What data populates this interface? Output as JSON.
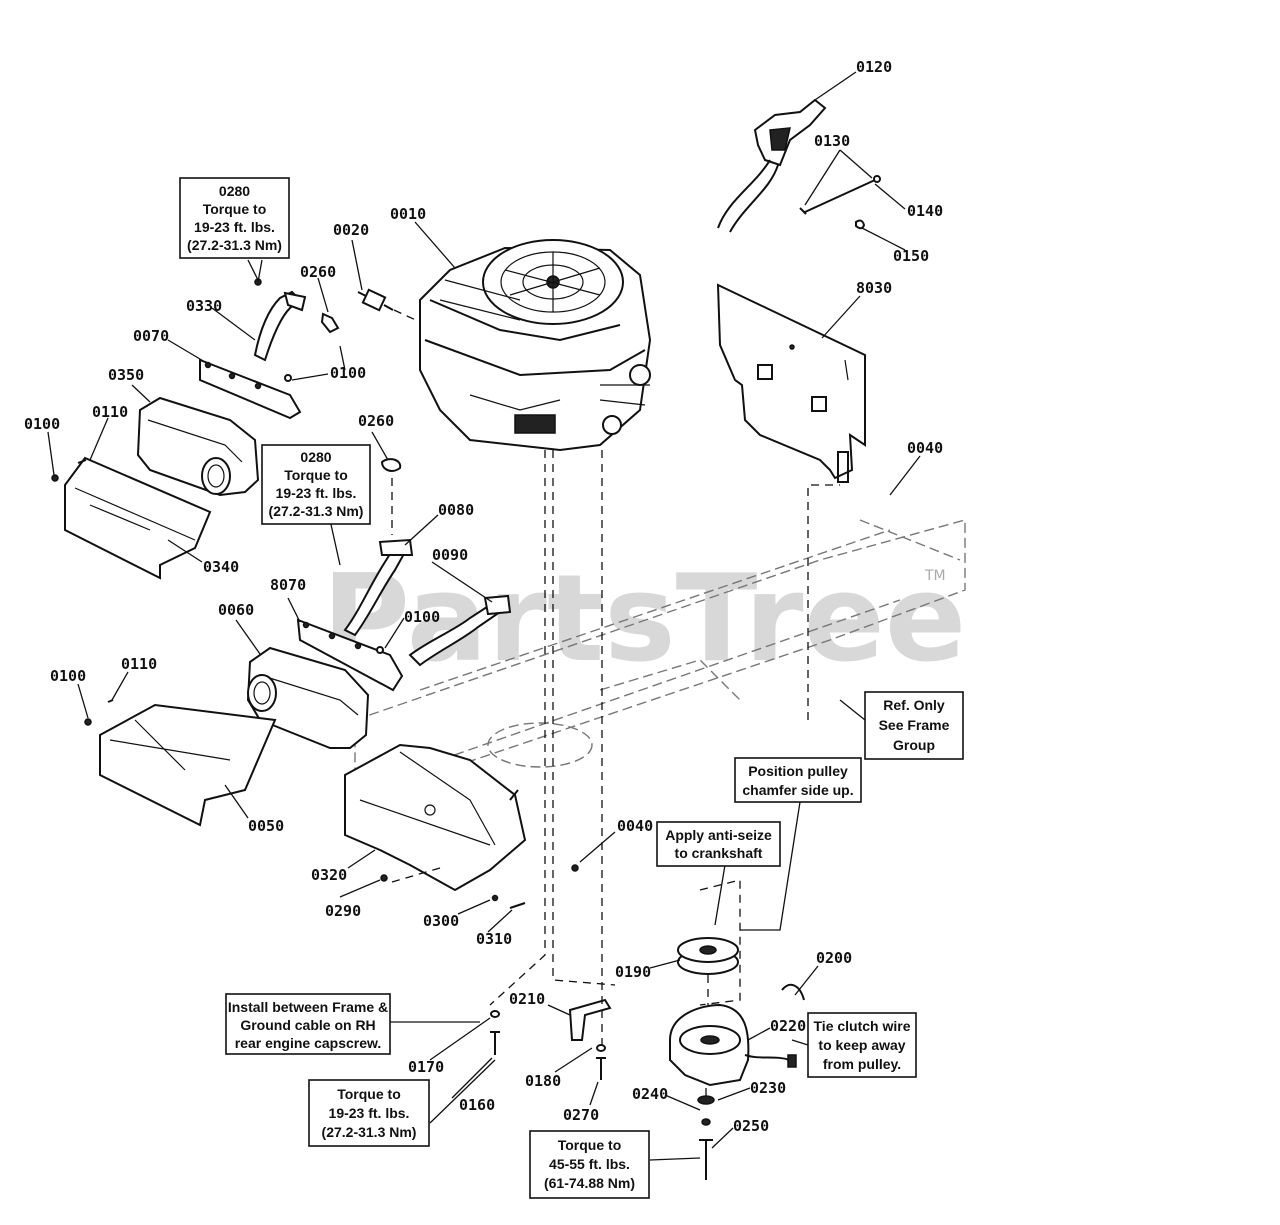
{
  "watermark": {
    "text": "PartsTree",
    "tm": "TM"
  },
  "part_labels": {
    "p0120": "0120",
    "p0130": "0130",
    "p0140": "0140",
    "p0150": "0150",
    "p0010": "0010",
    "p0020": "0020",
    "p0260a": "0260",
    "p0330": "0330",
    "p0070a": "0070",
    "p0100a": "0100",
    "p0350": "0350",
    "p0100b": "0100",
    "p0110a": "0110",
    "p0340": "0340",
    "p0260b": "0260",
    "p0080": "0080",
    "p0090": "0090",
    "p8030": "8030",
    "p0040a": "0040",
    "p8070": "8070",
    "p0060": "0060",
    "p0100c": "0100",
    "p0100d": "0100",
    "p0110b": "0110",
    "p0050": "0050",
    "p0320": "0320",
    "p0290": "0290",
    "p0300": "0300",
    "p0310": "0310",
    "p0040b": "0040",
    "p0190": "0190",
    "p0200": "0200",
    "p0210": "0210",
    "p0220": "0220",
    "p0170": "0170",
    "p0160": "0160",
    "p0180": "0180",
    "p0270": "0270",
    "p0230": "0230",
    "p0240": "0240",
    "p0250": "0250"
  },
  "callouts": {
    "torque_top": {
      "l1": "0280",
      "l2": "Torque to",
      "l3": "19-23 ft. lbs.",
      "l4": "(27.2-31.3 Nm)"
    },
    "torque_mid": {
      "l1": "0280",
      "l2": "Torque to",
      "l3": "19-23 ft. lbs.",
      "l4": "(27.2-31.3 Nm)"
    },
    "ref_only": {
      "l1": "Ref. Only",
      "l2": "See Frame",
      "l3": "Group"
    },
    "pulley": {
      "l1": "Position pulley",
      "l2": "chamfer side up."
    },
    "antiseize": {
      "l1": "Apply anti-seize",
      "l2": "to crankshaft"
    },
    "install": {
      "l1": "Install between Frame &",
      "l2": "Ground cable on RH",
      "l3": "rear engine capscrew."
    },
    "tie_clutch": {
      "l1": "Tie clutch wire",
      "l2": "to keep away",
      "l3": "from pulley."
    },
    "torque_bottom": {
      "l1": "Torque to",
      "l2": "19-23 ft. lbs.",
      "l3": "(27.2-31.3 Nm)"
    },
    "torque_clutch": {
      "l1": "Torque to",
      "l2": "45-55 ft. lbs.",
      "l3": "(61-74.88 Nm)"
    }
  }
}
